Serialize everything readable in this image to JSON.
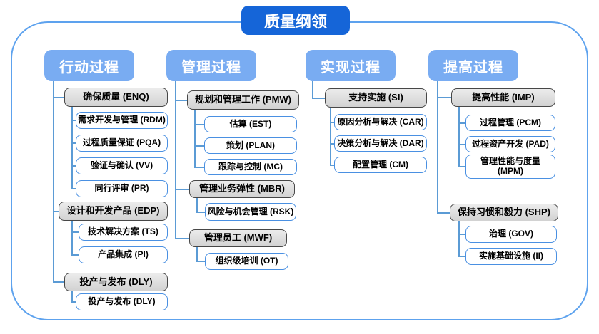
{
  "title": "质量纲领",
  "colors": {
    "title_bg": "#1565d8",
    "header_bg": "#79acf2",
    "gray_fill": "#d9d9d9",
    "gray_border": "#474747",
    "white_box_border": "#4a90e2",
    "connector_line": "#5b9bd5",
    "frame_border": "#5da2ee"
  },
  "columns": [
    {
      "header": "行动过程",
      "groups": [
        {
          "label": "确保质量 (ENQ)",
          "children": [
            "需求开发与管理 (RDM)",
            "过程质量保证 (PQA)",
            "验证与确认 (VV)",
            "同行评审 (PR)"
          ]
        },
        {
          "label": "设计和开发产品 (EDP)",
          "children": [
            "技术解决方案 (TS)",
            "产品集成 (PI)"
          ]
        },
        {
          "label": "投产与发布 (DLY)",
          "children": [
            "投产与发布 (DLY)"
          ]
        }
      ]
    },
    {
      "header": "管理过程",
      "groups": [
        {
          "label": "规划和管理工作 (PMW)",
          "children": [
            "估算 (EST)",
            "策划 (PLAN)",
            "跟踪与控制 (MC)"
          ]
        },
        {
          "label": "管理业务弹性 (MBR)",
          "children": [
            "风险与机会管理 (RSK)"
          ]
        },
        {
          "label": "管理员工 (MWF)",
          "children": [
            "组织级培训 (OT)"
          ]
        }
      ]
    },
    {
      "header": "实现过程",
      "groups": [
        {
          "label": "支持实施 (SI)",
          "children": [
            "原因分析与解决 (CAR)",
            "决策分析与解决 (DAR)",
            "配置管理 (CM)"
          ]
        }
      ]
    },
    {
      "header": "提高过程",
      "groups": [
        {
          "label": "提高性能 (IMP)",
          "children": [
            "过程管理 (PCM)",
            "过程资产开发 (PAD)",
            "管理性能与度量\n(MPM)"
          ]
        },
        {
          "label": "保持习惯和毅力 (SHP)",
          "children": [
            "治理 (GOV)",
            "实施基础设施 (II)"
          ]
        }
      ]
    }
  ]
}
